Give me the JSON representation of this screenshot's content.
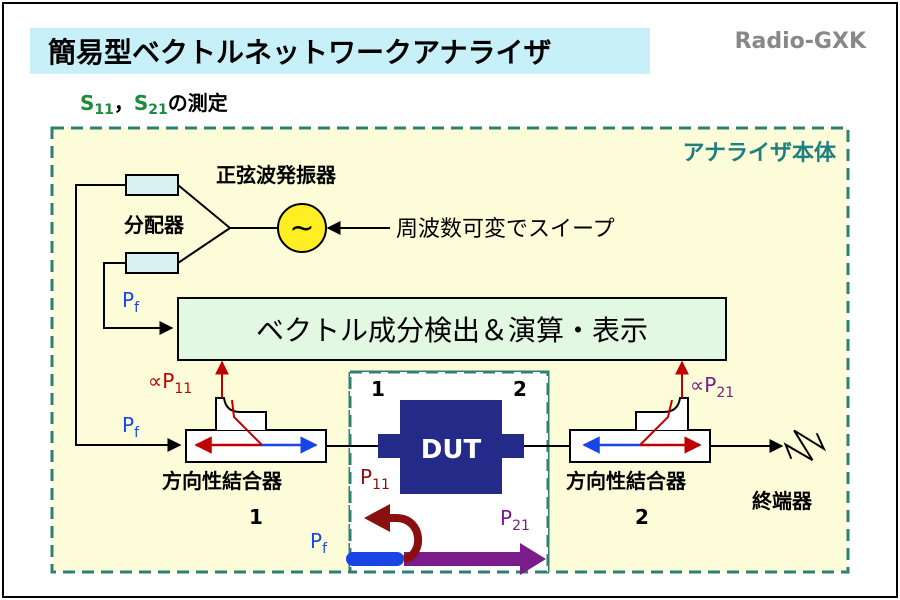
{
  "title": "簡易型ベクトルネットワークアナライザ",
  "brand": "Radio-GXK",
  "subtitle": {
    "s11": "S",
    "s11_sub": "11",
    "sep": "，",
    "s21": "S",
    "s21_sub": "21",
    "rest": "の測定"
  },
  "analyzer_body": "アナライザ本体",
  "oscillator": "正弦波発振器",
  "oscillator_symbol": "~",
  "sweep": "周波数可変でスイープ",
  "splitter": "分配器",
  "detector": "ベクトル成分検出＆演算・表示",
  "pf": {
    "main": "P",
    "sub": "f"
  },
  "p11": {
    "prefix": "∝",
    "main": "P",
    "sub": "11"
  },
  "p21": {
    "prefix": "∝",
    "main": "P",
    "sub": "21"
  },
  "p11_legend": {
    "main": "P",
    "sub": "11"
  },
  "p21_legend": {
    "main": "P",
    "sub": "21"
  },
  "dut": "DUT",
  "port1": "1",
  "port2": "2",
  "coupler1": "方向性結合器",
  "coupler1_num": "1",
  "coupler2": "方向性結合器",
  "coupler2_num": "2",
  "termination": "終端器",
  "colors": {
    "title_bg": "#c8f0f8",
    "analyzer_bg": "#fdfcd8",
    "dashed": "#2e7f74",
    "detector_bg": "#e3f8e2",
    "splitter_box": "#d8f2f2",
    "oscillator": "#ffee22",
    "dut": "#232a88",
    "green_text": "#1e8b3c",
    "teal_text": "#1e7f80",
    "red": "#c00000",
    "blue": "#1846e6",
    "purple": "#7a1c8a",
    "maroon": "#8a1010"
  }
}
